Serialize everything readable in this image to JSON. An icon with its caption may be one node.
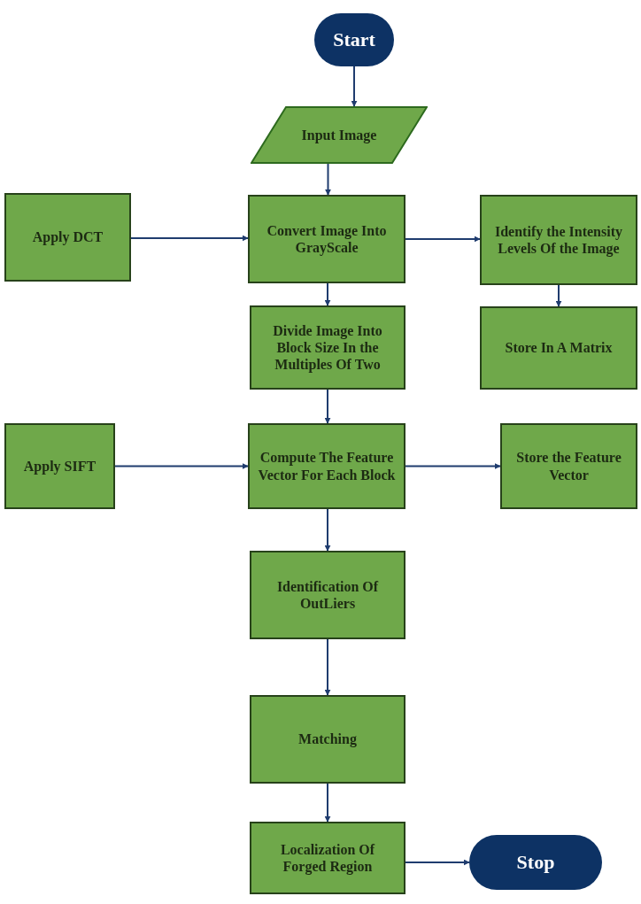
{
  "diagram": {
    "nodes": [
      {
        "text": [
          "Start"
        ]
      },
      {
        "text": [
          "Input Image"
        ]
      },
      {
        "text": [
          "Convert Image Into GrayScale"
        ]
      },
      {
        "text": [
          "Apply DCT"
        ]
      },
      {
        "text": [
          "Identify the Intensity Levels Of the Image"
        ]
      },
      {
        "text": [
          "Store In A Matrix"
        ]
      },
      {
        "text": [
          "Divide Image Into Block Size In the Multiples Of Two"
        ]
      },
      {
        "text": [
          "Apply SIFT"
        ]
      },
      {
        "text": [
          "Compute The Feature Vector For Each Block"
        ]
      },
      {
        "text": [
          "Store the Feature Vector"
        ]
      },
      {
        "text": [
          "Identification Of OutLiers"
        ]
      },
      {
        "text": [
          "Matching"
        ]
      },
      {
        "text": [
          "Localization Of Forged Region"
        ]
      },
      {
        "text": [
          "Stop"
        ]
      }
    ],
    "edges": [
      {
        "from": 0,
        "to": 1,
        "arrow": "to"
      },
      {
        "from": 1,
        "to": 2,
        "arrow": "to"
      },
      {
        "from": 3,
        "to": 2,
        "arrow": "to"
      },
      {
        "from": 2,
        "to": 4,
        "arrow": "to"
      },
      {
        "from": 4,
        "to": 5,
        "arrow": "to"
      },
      {
        "from": 2,
        "to": 6,
        "arrow": "to"
      },
      {
        "from": 6,
        "to": 8,
        "arrow": "to"
      },
      {
        "from": 7,
        "to": 8,
        "arrow": "to"
      },
      {
        "from": 8,
        "to": 9,
        "arrow": "to"
      },
      {
        "from": 8,
        "to": 10,
        "arrow": "to"
      },
      {
        "from": 10,
        "to": 11,
        "arrow": "to"
      },
      {
        "from": 11,
        "to": 12,
        "arrow": "to"
      },
      {
        "from": 12,
        "to": 13,
        "arrow": "to"
      }
    ]
  }
}
